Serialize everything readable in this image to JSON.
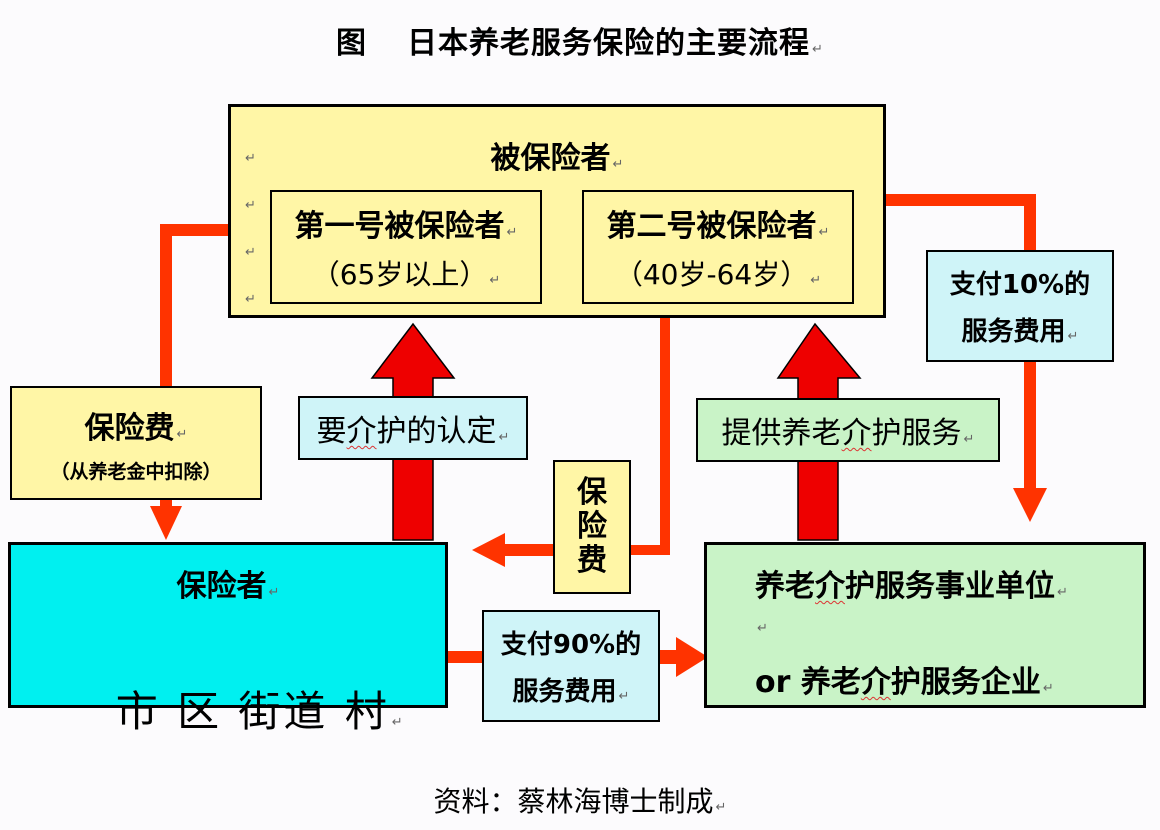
{
  "title": {
    "prefix": "图",
    "text": "日本养老服务保险的主要流程"
  },
  "return_mark": "↵",
  "insured": {
    "header": "被保险者",
    "group1": {
      "name": "第一号被保险者",
      "age": "（65岁以上）"
    },
    "group2": {
      "name": "第二号被保险者",
      "age": "（40岁-64岁）"
    }
  },
  "premium_left": {
    "title": "保险费",
    "note": "（从养老金中扣除）"
  },
  "premium_middle": {
    "chars": [
      "保",
      "险",
      "费"
    ]
  },
  "care_certification": {
    "label_pre": "要",
    "label_squig": "介",
    "label_post": "护的认定"
  },
  "provide_service": {
    "label_pre": "提供养老",
    "label_squig": "介",
    "label_post": "护服务"
  },
  "pay_10": {
    "line1": "支付10%的",
    "line2": "服务费用"
  },
  "pay_90": {
    "line1": "支付90%的",
    "line2": "服务费用"
  },
  "insurer": {
    "header": "保险者",
    "entities": "市 区 街道 村"
  },
  "provider": {
    "line1_pre": "养老",
    "line1_squig": "介",
    "line1_post": "护服务事业单位",
    "line2_or": "or",
    "line2_pre": "养老",
    "line2_squig": "介",
    "line2_post": "护服务企业"
  },
  "source": "资料：蔡林海博士制成",
  "colors": {
    "yellow": "#fff6a6",
    "cyan": "#00f0f0",
    "light_cyan": "#cff4f8",
    "light_green": "#c9f3c7",
    "arrow_orange": "#ff3300",
    "arrow_red": "#ee0000"
  }
}
